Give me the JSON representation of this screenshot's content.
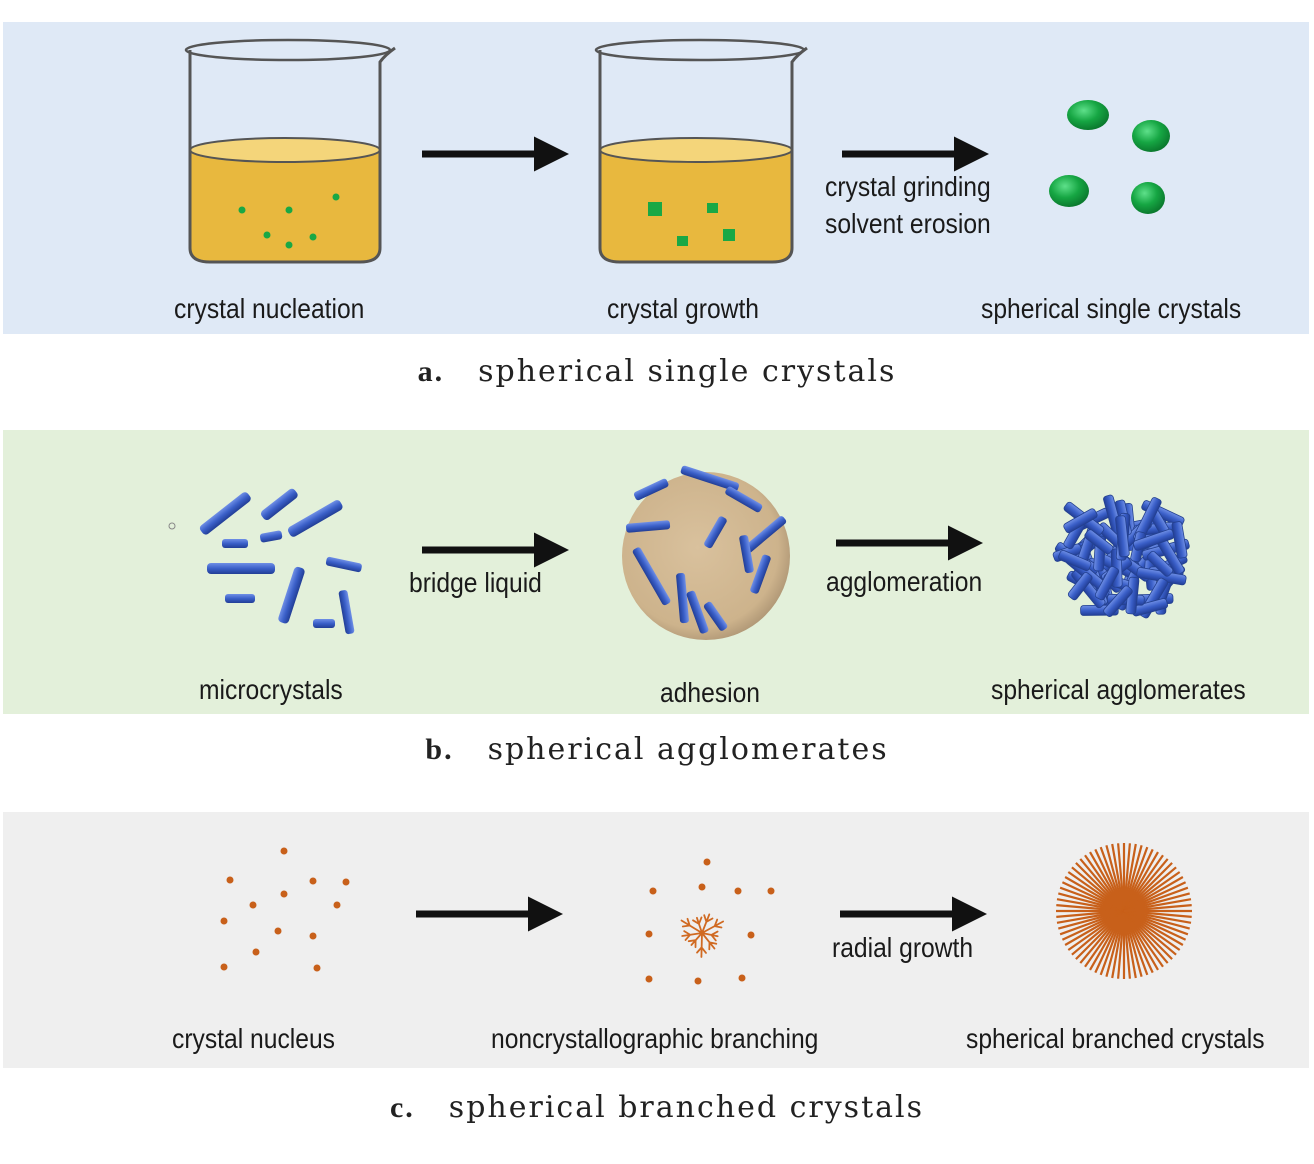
{
  "panels": [
    {
      "letter": "a.",
      "caption": "spherical single crystals",
      "stage_labels": [
        "crystal nucleation",
        "crystal growth",
        "spherical single crystals"
      ],
      "arrow_labels": [
        "crystal grinding",
        "solvent erosion"
      ],
      "background": "#dfe9f6"
    },
    {
      "letter": "b.",
      "caption": "spherical agglomerates",
      "stage_labels": [
        "microcrystals",
        "adhesion",
        "spherical agglomerates"
      ],
      "arrow_labels": [
        "bridge liquid",
        "agglomeration"
      ],
      "background": "#e3f0da"
    },
    {
      "letter": "c.",
      "caption": "spherical branched crystals",
      "stage_labels": [
        "crystal nucleus",
        "noncrystallographic branching",
        "spherical branched crystals"
      ],
      "arrow_labels": [
        "radial growth"
      ],
      "background": "#efefef"
    }
  ],
  "colors": {
    "solution": "#e8b83e",
    "crystal_green": "#1aa845",
    "rod_blue": "#3a5fc8",
    "branch_orange": "#c8601a",
    "arrow": "#111111"
  }
}
